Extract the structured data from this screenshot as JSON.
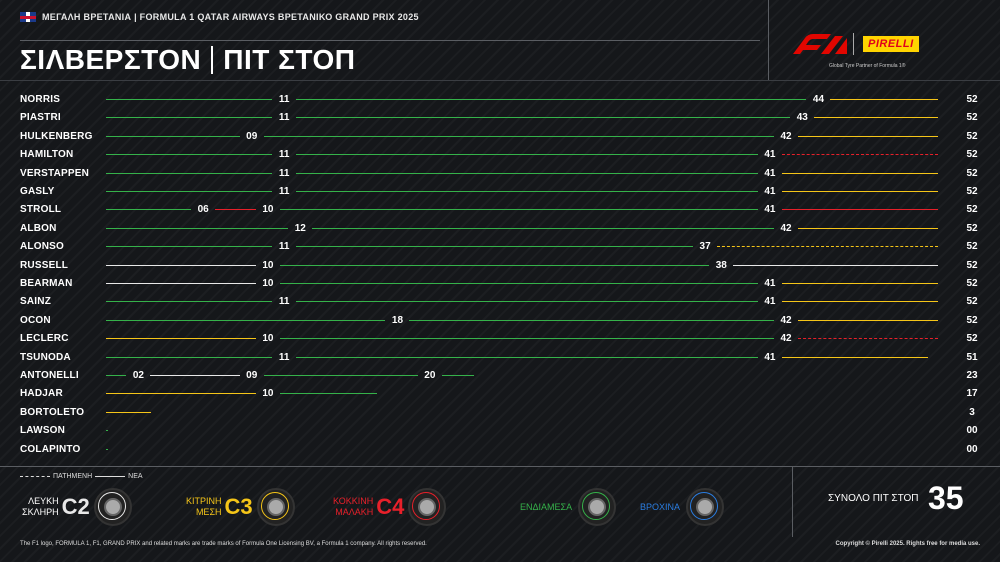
{
  "header": {
    "top_line": "ΜΕΓΑΛΗ ΒΡΕΤΑΝΙΑ | FORMULA 1 QATAR AIRWAYS ΒΡΕΤΑΝΙΚΟ GRAND PRIX 2025",
    "title_left": "ΣΙΛΒΕΡΣΤΟΝ",
    "title_right": "ΠΙΤ ΣΤΟΠ",
    "pirelli": "PIRELLI",
    "tagline": "Global Tyre Partner of Formula 1®"
  },
  "colors": {
    "hard": "#e8e8e8",
    "medium": "#f5c518",
    "soft": "#e8202a",
    "inter": "#35b24a",
    "wet": "#2a7de1"
  },
  "chart_data": {
    "type": "table",
    "drivers": [
      {
        "name": "NORRIS",
        "stints": [
          {
            "c": "inter",
            "to": 11
          },
          {
            "c": "inter",
            "to": 44
          },
          {
            "c": "medium",
            "to": 52
          }
        ],
        "labels": [
          "11",
          "44"
        ],
        "end": "52"
      },
      {
        "name": "PIASTRI",
        "stints": [
          {
            "c": "inter",
            "to": 11
          },
          {
            "c": "inter",
            "to": 43
          },
          {
            "c": "medium",
            "to": 52
          }
        ],
        "labels": [
          "11",
          "43"
        ],
        "end": "52"
      },
      {
        "name": "HULKENBERG",
        "stints": [
          {
            "c": "inter",
            "to": 9
          },
          {
            "c": "inter",
            "to": 42
          },
          {
            "c": "medium",
            "to": 52
          }
        ],
        "labels": [
          "09",
          "42"
        ],
        "end": "52"
      },
      {
        "name": "HAMILTON",
        "stints": [
          {
            "c": "inter",
            "to": 11
          },
          {
            "c": "inter",
            "to": 41
          },
          {
            "c": "soft",
            "to": 52,
            "used": true
          }
        ],
        "labels": [
          "11",
          "41"
        ],
        "end": "52"
      },
      {
        "name": "VERSTAPPEN",
        "stints": [
          {
            "c": "inter",
            "to": 11
          },
          {
            "c": "inter",
            "to": 41
          },
          {
            "c": "medium",
            "to": 52
          }
        ],
        "labels": [
          "11",
          "41"
        ],
        "end": "52"
      },
      {
        "name": "GASLY",
        "stints": [
          {
            "c": "inter",
            "to": 11
          },
          {
            "c": "inter",
            "to": 41
          },
          {
            "c": "medium",
            "to": 52
          }
        ],
        "labels": [
          "11",
          "41"
        ],
        "end": "52"
      },
      {
        "name": "STROLL",
        "stints": [
          {
            "c": "inter",
            "to": 6
          },
          {
            "c": "soft",
            "to": 10
          },
          {
            "c": "inter",
            "to": 41
          },
          {
            "c": "soft",
            "to": 52
          }
        ],
        "labels": [
          "06",
          "10",
          "41"
        ],
        "end": "52"
      },
      {
        "name": "ALBON",
        "stints": [
          {
            "c": "inter",
            "to": 12
          },
          {
            "c": "inter",
            "to": 42
          },
          {
            "c": "medium",
            "to": 52
          }
        ],
        "labels": [
          "12",
          "42"
        ],
        "end": "52"
      },
      {
        "name": "ALONSO",
        "stints": [
          {
            "c": "inter",
            "to": 11
          },
          {
            "c": "inter",
            "to": 37
          },
          {
            "c": "medium",
            "to": 52,
            "used": true
          }
        ],
        "labels": [
          "11",
          "37"
        ],
        "end": "52"
      },
      {
        "name": "RUSSELL",
        "stints": [
          {
            "c": "hard",
            "to": 10
          },
          {
            "c": "inter",
            "to": 38
          },
          {
            "c": "hard",
            "to": 52
          }
        ],
        "labels": [
          "10",
          "38"
        ],
        "end": "52"
      },
      {
        "name": "BEARMAN",
        "stints": [
          {
            "c": "hard",
            "to": 10
          },
          {
            "c": "inter",
            "to": 41
          },
          {
            "c": "medium",
            "to": 52
          }
        ],
        "labels": [
          "10",
          "41"
        ],
        "end": "52"
      },
      {
        "name": "SAINZ",
        "stints": [
          {
            "c": "inter",
            "to": 11
          },
          {
            "c": "inter",
            "to": 41
          },
          {
            "c": "medium",
            "to": 52
          }
        ],
        "labels": [
          "11",
          "41"
        ],
        "end": "52"
      },
      {
        "name": "OCON",
        "stints": [
          {
            "c": "inter",
            "to": 18
          },
          {
            "c": "inter",
            "to": 42
          },
          {
            "c": "medium",
            "to": 52
          }
        ],
        "labels": [
          "18",
          "42"
        ],
        "end": "52"
      },
      {
        "name": "LECLERC",
        "stints": [
          {
            "c": "medium",
            "to": 10
          },
          {
            "c": "inter",
            "to": 42
          },
          {
            "c": "soft",
            "to": 52,
            "used": true
          }
        ],
        "labels": [
          "10",
          "42"
        ],
        "end": "52"
      },
      {
        "name": "TSUNODA",
        "stints": [
          {
            "c": "inter",
            "to": 11
          },
          {
            "c": "inter",
            "to": 41
          },
          {
            "c": "medium",
            "to": 51
          }
        ],
        "labels": [
          "11",
          "41"
        ],
        "end": "51"
      },
      {
        "name": "ANTONELLI",
        "stints": [
          {
            "c": "inter",
            "to": 2
          },
          {
            "c": "hard",
            "to": 9
          },
          {
            "c": "inter",
            "to": 20
          },
          {
            "c": "inter",
            "to": 23
          }
        ],
        "labels": [
          "02",
          "09",
          "20"
        ],
        "end": "23"
      },
      {
        "name": "HADJAR",
        "stints": [
          {
            "c": "medium",
            "to": 10
          },
          {
            "c": "inter",
            "to": 17
          }
        ],
        "labels": [
          "10"
        ],
        "end": "17"
      },
      {
        "name": "BORTOLETO",
        "stints": [
          {
            "c": "medium",
            "to": 3
          }
        ],
        "labels": [],
        "end": "3"
      },
      {
        "name": "LAWSON",
        "stints": [
          {
            "c": "inter",
            "to": 0.4
          }
        ],
        "labels": [],
        "end": "00"
      },
      {
        "name": "COLAPINTO",
        "stints": [
          {
            "c": "inter",
            "to": 0.4
          }
        ],
        "labels": [],
        "end": "00"
      }
    ]
  },
  "legend": {
    "used": "ΠΑΤΗΜΕΝΗ",
    "new": "ΝΕΑ",
    "tyres": [
      {
        "line1": "ΛΕΥΚΗ",
        "line2": "ΣΚΛΗΡΗ",
        "code": "C2",
        "color": "#e8e8e8"
      },
      {
        "line1": "ΚΙΤΡΙΝΗ",
        "line2": "ΜΕΣΗ",
        "code": "C3",
        "color": "#f5c518"
      },
      {
        "line1": "ΚΟΚΚΙΝΗ",
        "line2": "ΜΑΛΑΚΗ",
        "code": "C4",
        "color": "#e8202a"
      },
      {
        "line1": "",
        "line2": "ΕΝΔΙΑΜΕΣΑ",
        "code": "",
        "color": "#35b24a"
      },
      {
        "line1": "",
        "line2": "ΒΡΟΧΙΝΑ",
        "code": "",
        "color": "#2a7de1"
      }
    ]
  },
  "total": {
    "label": "ΣΥΝΟΛΟ ΠΙΤ ΣΤΟΠ",
    "value": "35"
  },
  "footer": {
    "left": "The F1 logo, FORMULA 1, F1, GRAND PRIX and related marks are trade marks of Formula One Licensing BV, a Formula 1 company. All rights reserved.",
    "right": "Copyright © Pirelli 2025. Rights free for media use."
  }
}
